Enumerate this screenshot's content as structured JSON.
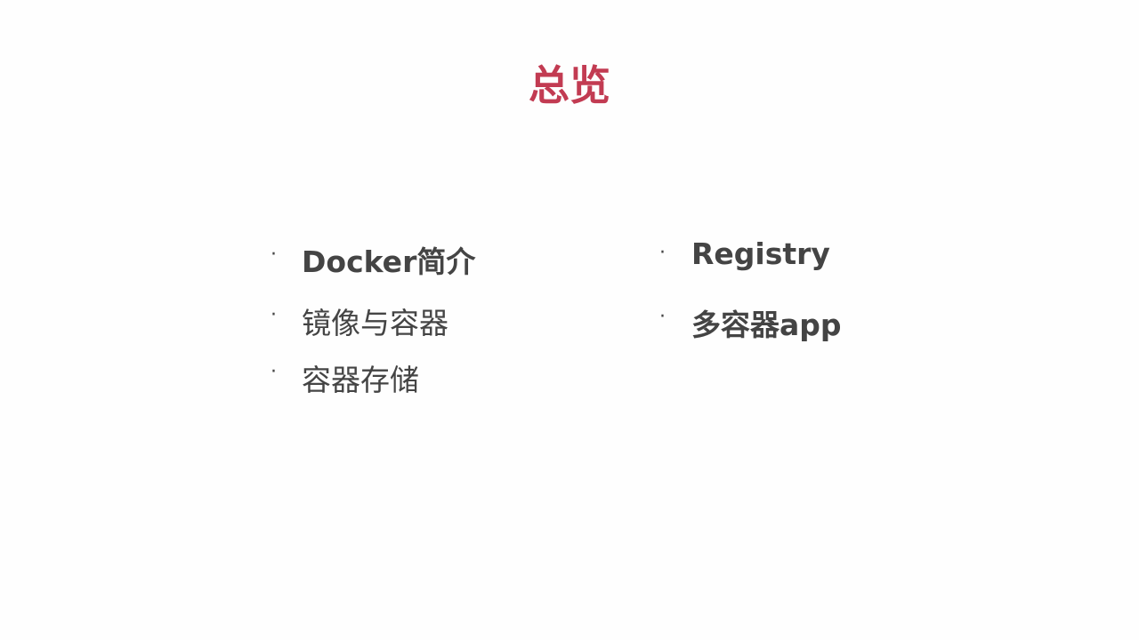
{
  "title": "总览",
  "left_items": [
    "Docker简介",
    "镜像与容器",
    "容器存储"
  ],
  "right_items": [
    "Registry",
    "多容器app"
  ],
  "bullet": "·",
  "colors": {
    "title": "#c23b52",
    "text": "#444444"
  }
}
